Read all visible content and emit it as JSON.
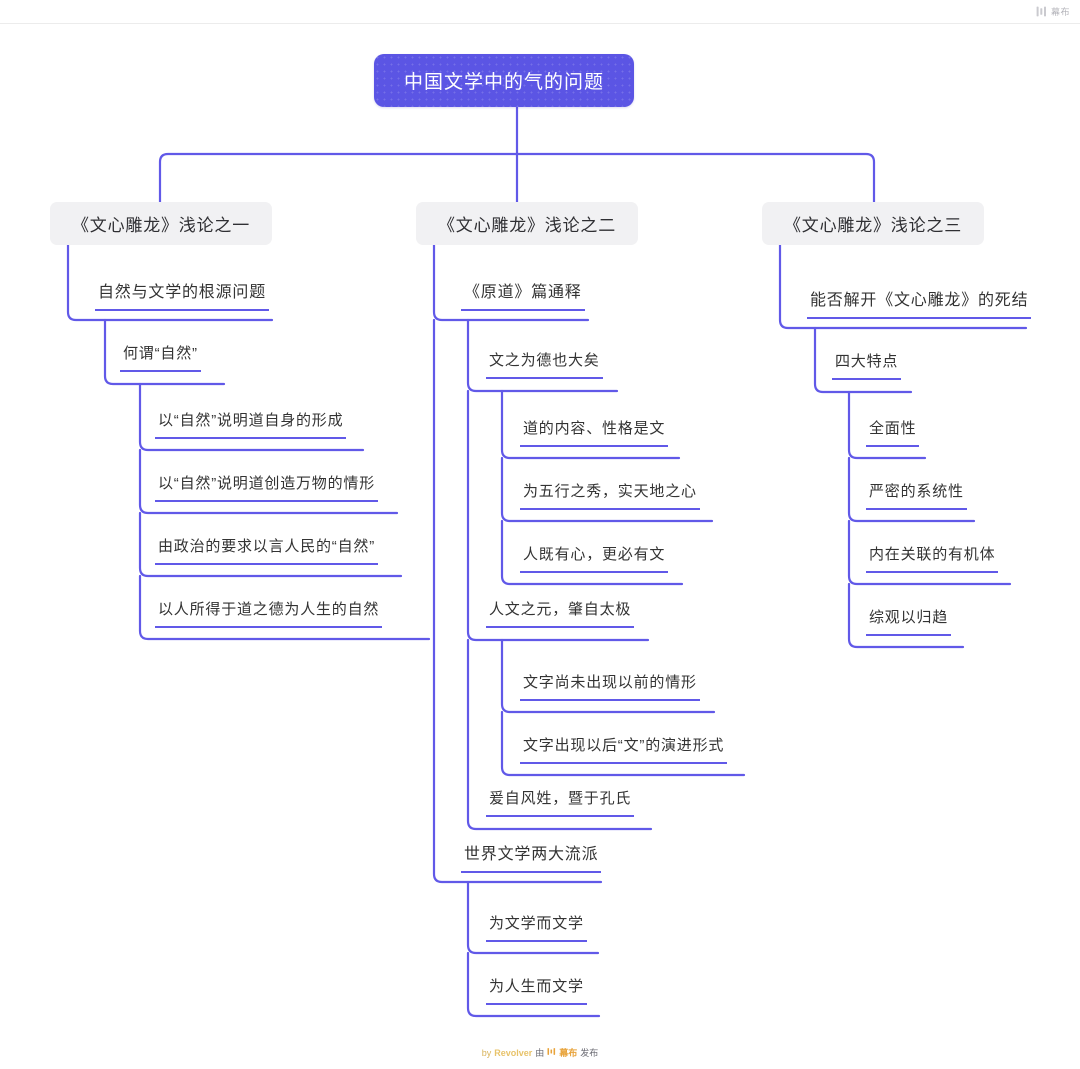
{
  "app": {
    "topbar": {
      "brand_label": "幕布",
      "brand_icon": "mubu-logo-icon"
    },
    "footer": {
      "by": "by",
      "author": "Revolver",
      "made_with": "由",
      "brand": "幕布",
      "published": "发布",
      "brand_icon": "mubu-logo-icon"
    }
  },
  "theme": {
    "root_bg": "#5b55e4",
    "root_text": "#ffffff",
    "level2_bg": "#f1f1f3",
    "level2_text": "#2f2f33",
    "connector": "#6159e8",
    "body_text": "#333333",
    "canvas_bg": "#ffffff"
  },
  "mindmap": {
    "root": "中国文学中的气的问题",
    "branches": [
      {
        "title": "《文心雕龙》浅论之一",
        "children": [
          {
            "title": "自然与文学的根源问题",
            "children": [
              {
                "title": "何谓“自然”",
                "children": [
                  {
                    "title": "以“自然”说明道自身的形成"
                  },
                  {
                    "title": "以“自然”说明道创造万物的情形"
                  },
                  {
                    "title": "由政治的要求以言人民的“自然”"
                  },
                  {
                    "title": "以人所得于道之德为人生的自然"
                  }
                ]
              }
            ]
          }
        ]
      },
      {
        "title": "《文心雕龙》浅论之二",
        "children": [
          {
            "title": "《原道》篇通释",
            "children": [
              {
                "title": "文之为德也大矣",
                "children": [
                  {
                    "title": "道的内容、性格是文"
                  },
                  {
                    "title": "为五行之秀，实天地之心"
                  },
                  {
                    "title": "人既有心，更必有文"
                  }
                ]
              },
              {
                "title": "人文之元，肇自太极",
                "children": [
                  {
                    "title": "文字尚未出现以前的情形"
                  },
                  {
                    "title": "文字出现以后“文”的演进形式"
                  }
                ]
              },
              {
                "title": "爰自风姓，暨于孔氏",
                "children": []
              }
            ]
          },
          {
            "title": "世界文学两大流派",
            "children": [
              {
                "title": "为文学而文学"
              },
              {
                "title": "为人生而文学"
              }
            ]
          }
        ]
      },
      {
        "title": "《文心雕龙》浅论之三",
        "children": [
          {
            "title": "能否解开《文心雕龙》的死结",
            "children": [
              {
                "title": "四大特点",
                "children": [
                  {
                    "title": "全面性"
                  },
                  {
                    "title": "严密的系统性"
                  },
                  {
                    "title": "内在关联的有机体"
                  },
                  {
                    "title": "综观以归趋"
                  }
                ]
              }
            ]
          }
        ]
      }
    ]
  }
}
